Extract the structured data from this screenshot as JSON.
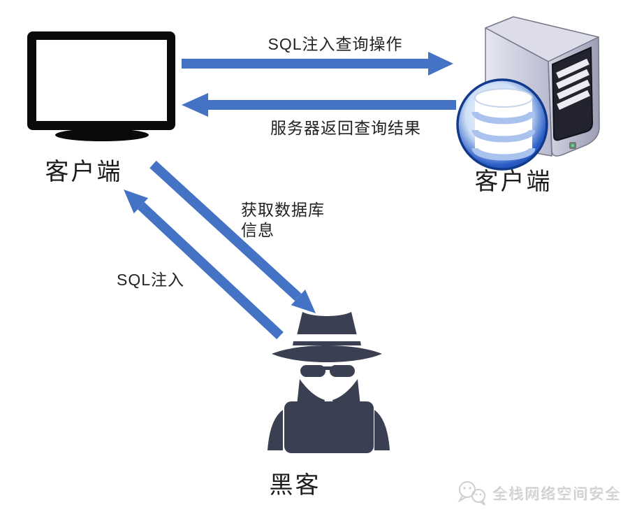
{
  "nodes": {
    "client": {
      "label": "客户端"
    },
    "server": {
      "label": "客户端"
    },
    "hacker": {
      "label": "黑客"
    }
  },
  "arrows": {
    "client_to_server": {
      "label": "SQL注入查询操作"
    },
    "server_to_client": {
      "label": "服务器返回查询结果"
    },
    "client_to_hacker": {
      "label": "获取数据库\n信息"
    },
    "hacker_to_client": {
      "label": "SQL注入"
    }
  },
  "colors": {
    "arrow_blue": "#4472C4",
    "hacker_dark": "#3A4052",
    "database_blue": "#2B5FC7",
    "monitor_black": "#0A0A0A"
  },
  "watermark": {
    "text": "全栈网络空间安全"
  }
}
